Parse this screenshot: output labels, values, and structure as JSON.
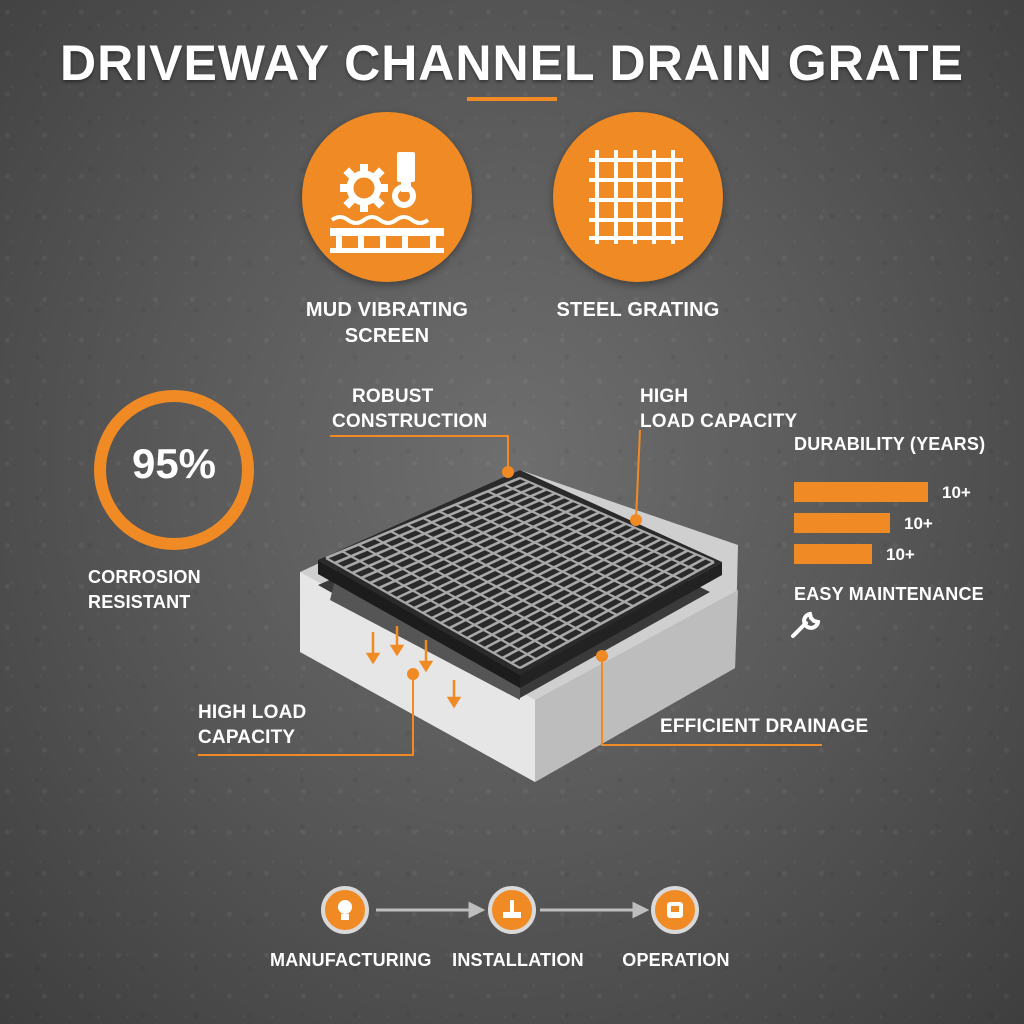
{
  "title": "DRIVEWAY CHANNEL DRAIN GRATE",
  "colors": {
    "accent": "#f08a24",
    "background": "#5c5c5c",
    "text": "#ffffff"
  },
  "features": [
    {
      "icon": "gears-machine-icon",
      "label_line1": "MUD VIBRATING",
      "label_line2": "SCREEN"
    },
    {
      "icon": "grid-icon",
      "label": "STEEL GRATING"
    }
  ],
  "callouts": {
    "robust": {
      "line1": "ROBUST",
      "line2": "CONSTRUCTION"
    },
    "high_load_top": {
      "line1": "HIGH",
      "line2": "LOAD CAPACITY"
    },
    "high_load_bottom": {
      "line1": "HIGH LOAD",
      "line2": "CAPACITY"
    },
    "drainage": "EFFICIENT DRAINAGE"
  },
  "corrosion": {
    "value": "95%",
    "percent": 95,
    "label": "CORROSION RESISTANT"
  },
  "durability": {
    "title": "DURABILITY (YEARS)",
    "bars": [
      {
        "label": "10+",
        "fill": 1.0
      },
      {
        "label": "10+",
        "fill": 0.72
      },
      {
        "label": "10+",
        "fill": 0.58
      }
    ]
  },
  "maintenance": {
    "label": "EASY MAINTENANCE",
    "icon": "wrench-icon"
  },
  "process": [
    {
      "label": "MANUFACTURING",
      "icon": "bulb-icon"
    },
    {
      "label": "INSTALLATION",
      "icon": "tools-icon"
    },
    {
      "label": "OPERATION",
      "icon": "machine-icon"
    }
  ]
}
